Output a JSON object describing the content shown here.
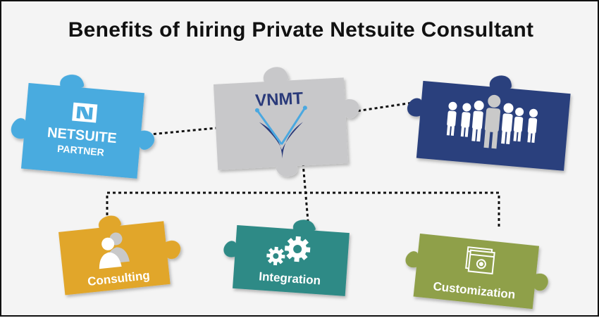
{
  "title": "Benefits of hiring Private Netsuite Consultant",
  "pieces": {
    "netsuite": {
      "logo_word": "NETSUITE",
      "logo_sub": "PARTNER",
      "color": "#4aabdf"
    },
    "vnmt": {
      "logo_word": "VNMT",
      "color": "#c8c8ca",
      "accent": "#2a3a7a",
      "check": "#4aa8e0"
    },
    "team": {
      "color": "#2a3f7d",
      "icon": "people-group-icon"
    },
    "consulting": {
      "label": "Consulting",
      "color": "#e1a62b",
      "icon": "users-icon"
    },
    "integration": {
      "label": "Integration",
      "color": "#2e8a86",
      "icon": "gears-icon"
    },
    "customization": {
      "label": "Customization",
      "color": "#8fa04a",
      "icon": "settings-window-icon"
    }
  }
}
